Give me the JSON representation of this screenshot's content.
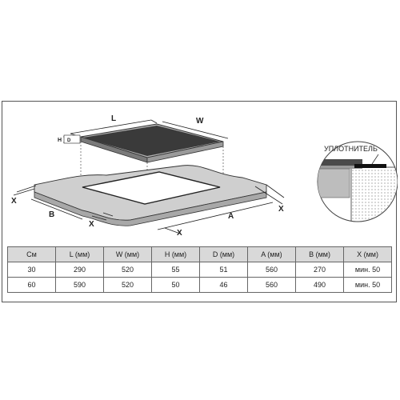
{
  "diagram": {
    "labels": {
      "length": "L",
      "width": "W",
      "height": "H",
      "depth": "D",
      "cutout_a": "A",
      "cutout_b": "B",
      "gap_x": "X"
    },
    "seal_label": "УПЛОТНИТЕЛЬ"
  },
  "table": {
    "headers": [
      "См",
      "L (мм)",
      "W (мм)",
      "H (мм)",
      "D (мм)",
      "A (мм)",
      "B (мм)",
      "X (мм)"
    ],
    "rows": [
      [
        "30",
        "290",
        "520",
        "55",
        "51",
        "560",
        "270",
        "мин. 50"
      ],
      [
        "60",
        "590",
        "520",
        "50",
        "46",
        "560",
        "490",
        "мин. 50"
      ]
    ]
  },
  "colors": {
    "frame": "#555555",
    "hob_glass": "#3a3a3a",
    "hob_frame": "#b3b3b3",
    "countertop": "#cfcfcf",
    "table_header": "#d9d9d9"
  }
}
